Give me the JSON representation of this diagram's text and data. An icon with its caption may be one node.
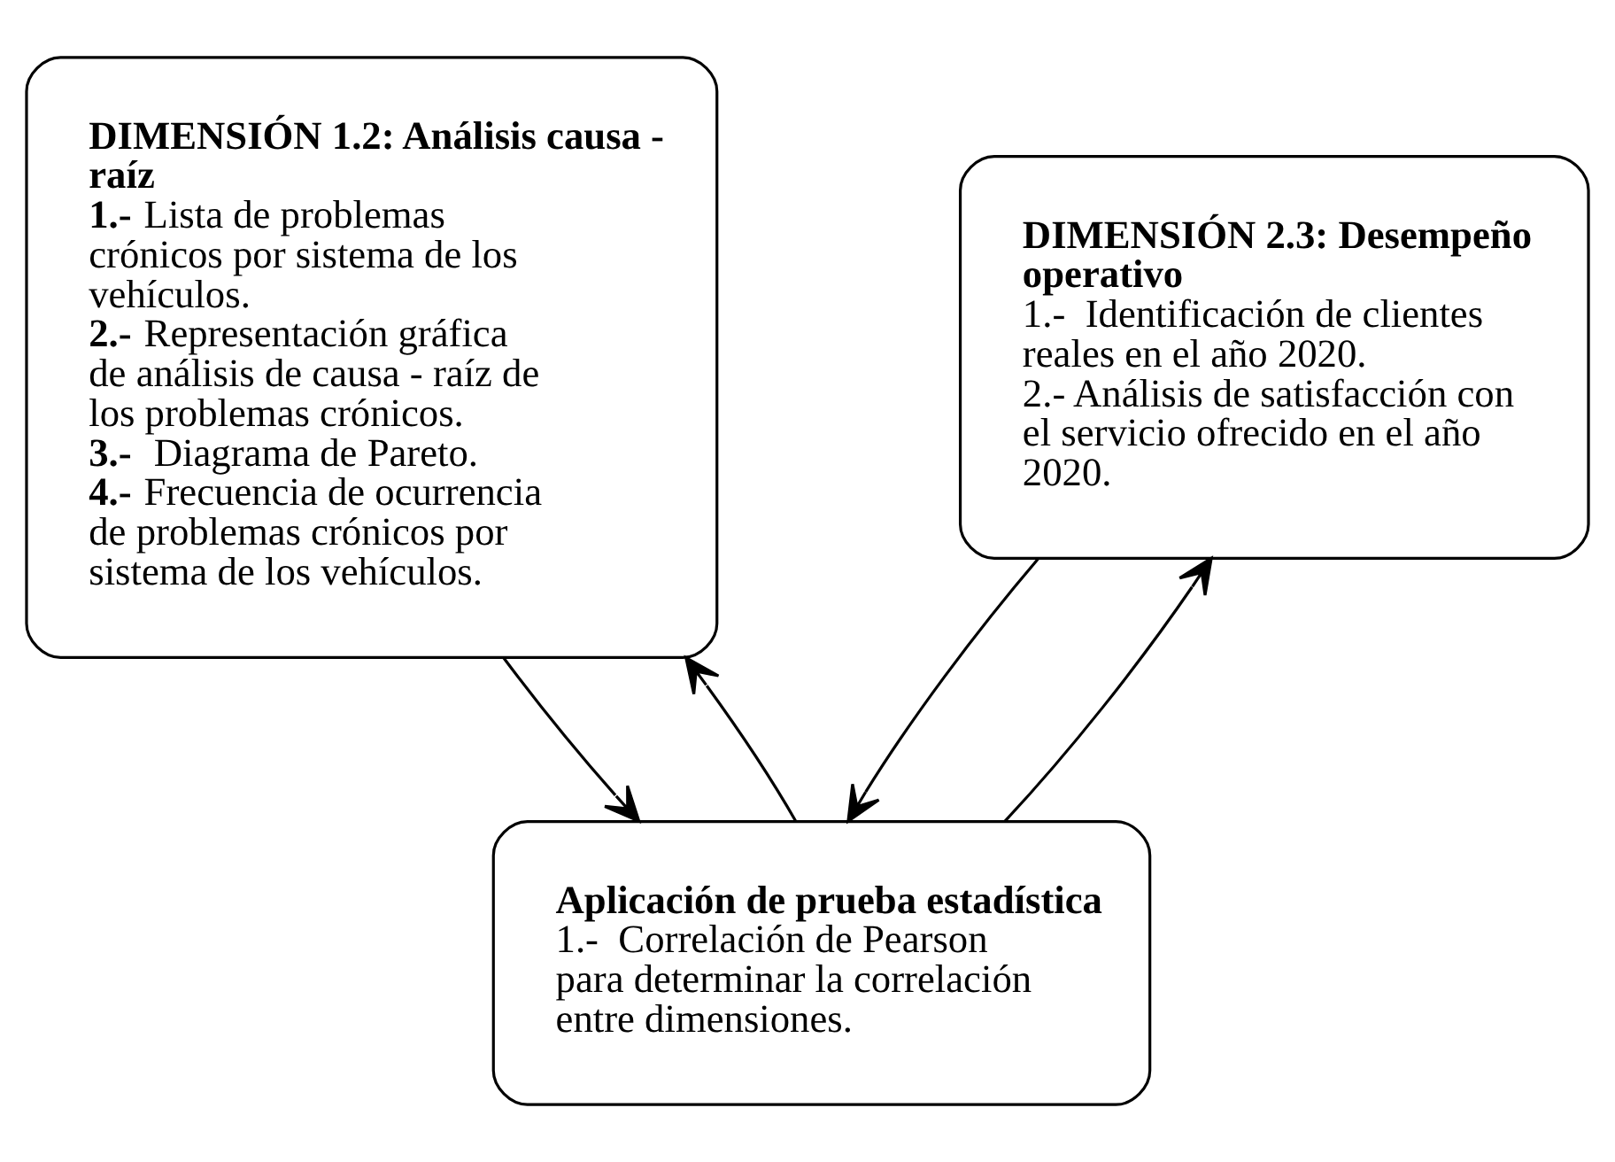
{
  "diagram": {
    "nodes": [
      {
        "text": [
          "DIMENSIÓN 1.2: Análisis causa - raíz",
          "**1.-** Lista de problemas crónicos por sistema de los vehículos.",
          "**2.-** Representación gráfica de análisis de causa - raíz de los problemas crónicos.",
          "**3.-**  Diagrama de Pareto.",
          "**4.-** Frecuencia de ocurrencia de problemas crónicos por  sistema de los vehículos."
        ]
      },
      {
        "text": [
          "DIMENSIÓN 2.3: Desempeño operativo",
          "1.-  Identificación de clientes reales en el año 2020.",
          "2.- Análisis de satisfacción con el servicio ofrecido en el año 2020."
        ]
      },
      {
        "text": [
          "Aplicación de prueba estadística",
          "1.-  Correlación de Pearson  para determinar la correlación entre dimensiones."
        ]
      }
    ],
    "edges": [
      {
        "from": 2,
        "to": 0,
        "arrow": "to"
      },
      {
        "from": 2,
        "to": 1,
        "arrow": "to"
      },
      {
        "from": 0,
        "to": 2,
        "arrow": "to"
      },
      {
        "from": 1,
        "to": 2,
        "arrow": "to"
      }
    ]
  }
}
